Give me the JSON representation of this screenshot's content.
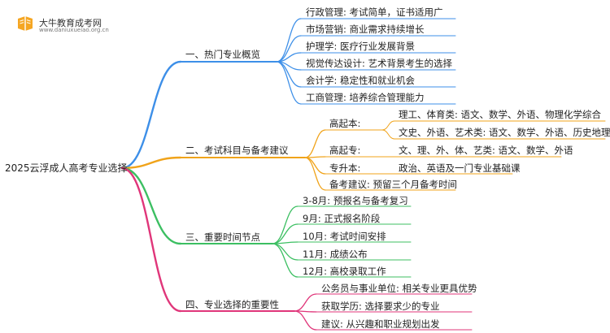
{
  "brand": {
    "name": "大牛教育成考网",
    "url": "www.daniuxueiao.org.cn",
    "color": "#f5a623"
  },
  "root": "2025云浮成人高考专业选择",
  "colors": {
    "b1": "#3d8fe8",
    "b2": "#f0a31a",
    "b3": "#3cbf62",
    "b4": "#e0367a"
  },
  "branches": [
    {
      "label": "一、热门专业概览",
      "children": [
        "行政管理: 考试简单，证书适用广",
        "市场营销: 商业需求持续增长",
        "护理学: 医疗行业发展背景",
        "视觉传达设计: 艺术背景考生的选择",
        "会计学: 稳定性和就业机会",
        "工商管理: 培养综合管理能力"
      ]
    },
    {
      "label": "二、考试科目与备考建议",
      "children": [
        {
          "label": "高起本:",
          "children": [
            "理工、体育类: 语文、数学、外语、物理化学综合",
            "文史、外语、艺术类: 语文、数学、外语、历史地理综合"
          ]
        },
        {
          "label": "高起专:",
          "children": [
            "文、理、外、体、艺类: 语文、数学、外语"
          ]
        },
        {
          "label": "专升本:",
          "children": [
            "政治、英语及一门专业基础课"
          ]
        },
        "备考建议: 预留三个月备考时间"
      ]
    },
    {
      "label": "三、重要时间节点",
      "children": [
        "3-8月: 预报名与备考复习",
        "9月: 正式报名阶段",
        "10月: 考试时间安排",
        "11月: 成绩公布",
        "12月: 高校录取工作"
      ]
    },
    {
      "label": "四、专业选择的重要性",
      "children": [
        "公务员与事业单位: 相关专业更具优势",
        "获取学历: 选择要求少的专业",
        "建议: 从兴趣和职业规划出发"
      ]
    }
  ]
}
